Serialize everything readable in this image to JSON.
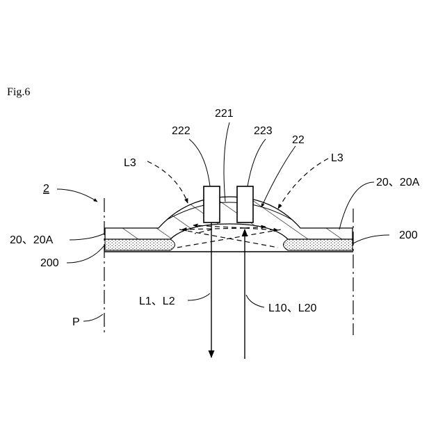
{
  "figure": {
    "title": "Fig.6",
    "labels": {
      "ref_2": "2",
      "ref_221": "221",
      "ref_222": "222",
      "ref_223": "223",
      "ref_22": "22",
      "ref_L3_left": "L3",
      "ref_L3_right": "L3",
      "ref_20_20A_left": "20、20A",
      "ref_20_20A_right": "20、20A",
      "ref_200_left": "200",
      "ref_200_right": "200",
      "ref_L1_L2": "L1、L2",
      "ref_L10_L20": "L10、L20",
      "ref_P": "P"
    }
  }
}
